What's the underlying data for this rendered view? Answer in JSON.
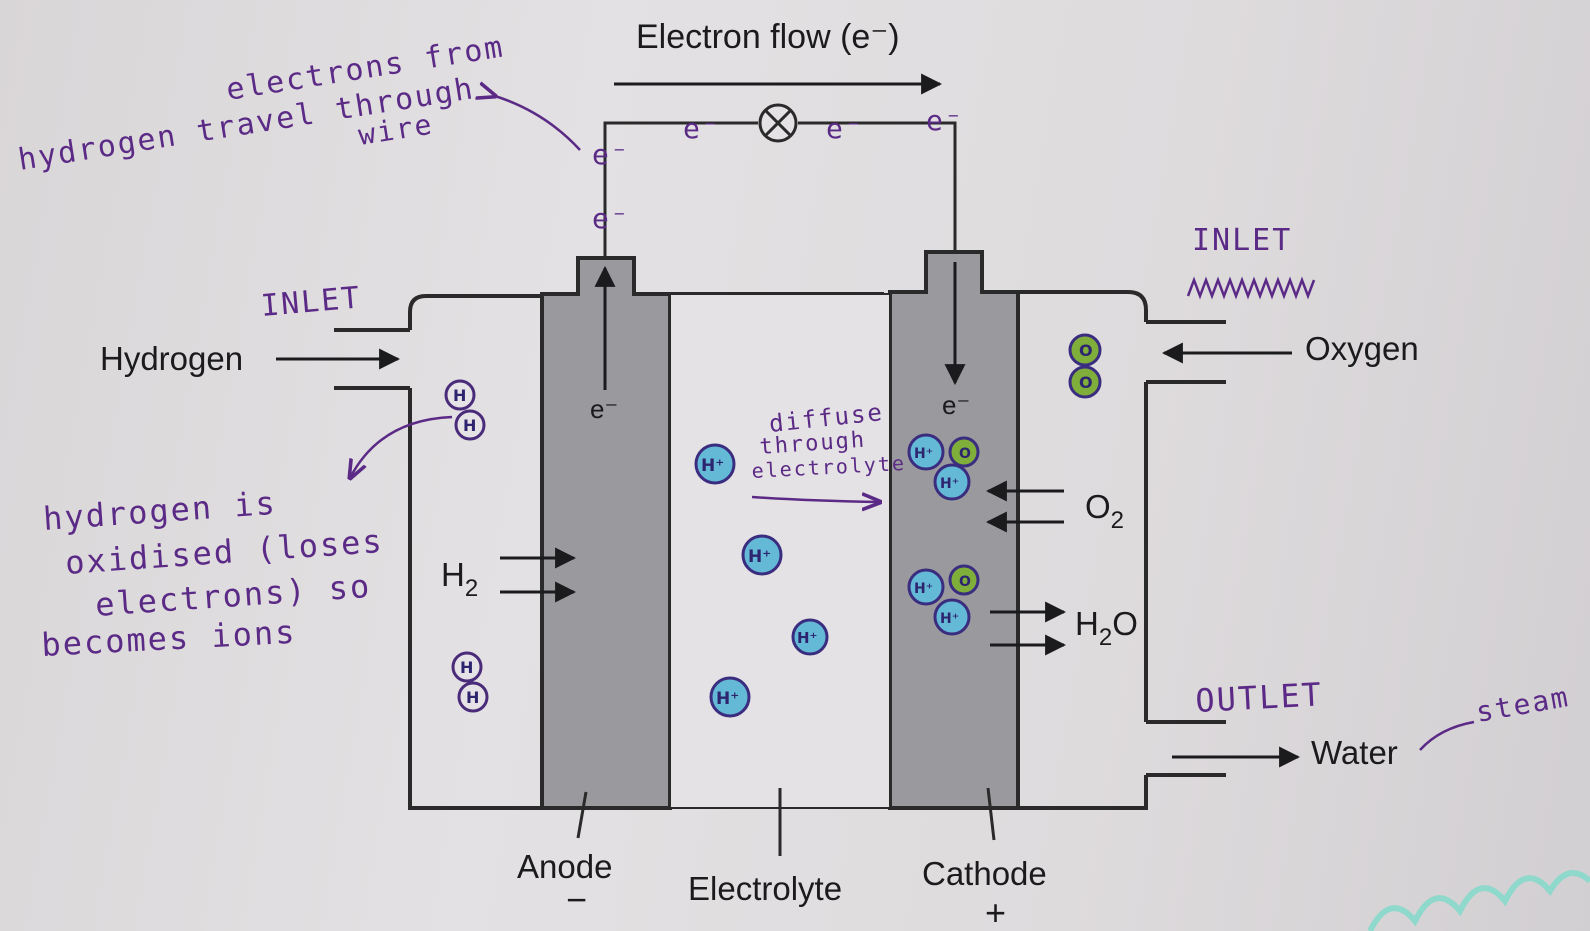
{
  "printed": {
    "electron_flow": "Electron flow (e⁻)",
    "hydrogen": "Hydrogen",
    "oxygen": "Oxygen",
    "water": "Water",
    "h2_base": "H",
    "h2_sub": "2",
    "o2_base": "O",
    "o2_sub": "2",
    "h2o_h": "H",
    "h2o_sub": "2",
    "h2o_o": "O",
    "e_anode": "e⁻",
    "e_cathode": "e⁻",
    "anode": "Anode",
    "electrolyte": "Electrolyte",
    "cathode": "Cathode",
    "minus": "−",
    "plus": "+"
  },
  "handwritten": {
    "electrons_note_1": "electrons from",
    "electrons_note_2": "hydrogen travel through",
    "electrons_note_3": "wire",
    "inlet_left": "INLET",
    "inlet_right": "INLET",
    "outlet": "OUTLET",
    "steam": "steam",
    "diffuse_1": "diffuse",
    "diffuse_2": "through",
    "diffuse_3": "electrolyte",
    "oxidised_1": "hydrogen is",
    "oxidised_2": "oxidised (loses",
    "oxidised_3": "electrons) so",
    "oxidised_4": "becomes ions",
    "wire_e": "e⁻",
    "h_label": "H",
    "h_ion_label": "H⁺",
    "o_label": "O"
  },
  "colors": {
    "ink_printed": "#1b1b1d",
    "ink_handwritten": "#5b2a86",
    "electrode_grey": "#9a9a9e",
    "h_ion_fill": "#64b9d6",
    "oxygen_fill": "#7fae3a"
  }
}
